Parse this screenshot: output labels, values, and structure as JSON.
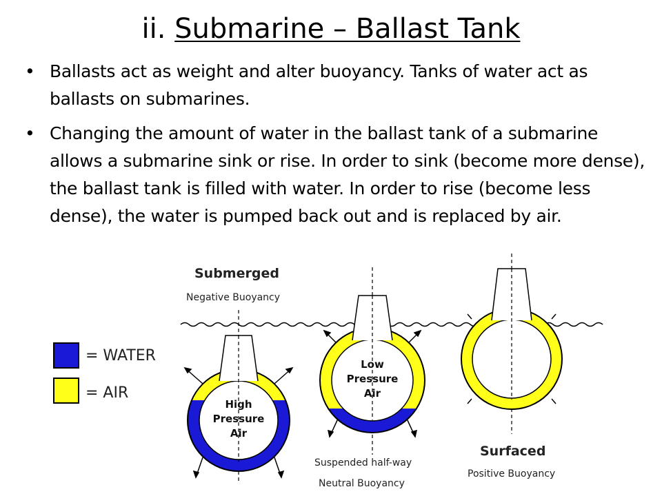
{
  "slide": {
    "title_prefix": "ii. ",
    "title_main": "Submarine – Ballast Tank",
    "bullet_glyph": "•",
    "bullets": [
      "Ballasts act as weight and alter buoyancy. Tanks of water act as ballasts on submarines.",
      "Changing the amount of water in the ballast tank of a submarine allows a submarine sink or rise. In order to sink (become more dense), the ballast tank is filled with water. In order to rise (become less dense), the water is pumped back out and is replaced by air."
    ]
  },
  "diagram": {
    "legend": {
      "water_label": "= WATER",
      "air_label": "= AIR",
      "water_color": "#1a1ad6",
      "air_color": "#ffff1a"
    },
    "stages": [
      {
        "heading": "Submerged",
        "subheading": "Negative Buoyancy",
        "center_lines": [
          "High",
          "Pressure",
          "Air"
        ],
        "water_fill": 0.55
      },
      {
        "heading": "Suspended half-way",
        "subheading": "Neutral Buoyancy",
        "center_lines": [
          "Low",
          "Pressure",
          "Air"
        ],
        "water_fill": 0.15
      },
      {
        "heading": "Surfaced",
        "subheading": "Positive Buoyancy",
        "center_lines": [],
        "water_fill": 0
      }
    ]
  }
}
